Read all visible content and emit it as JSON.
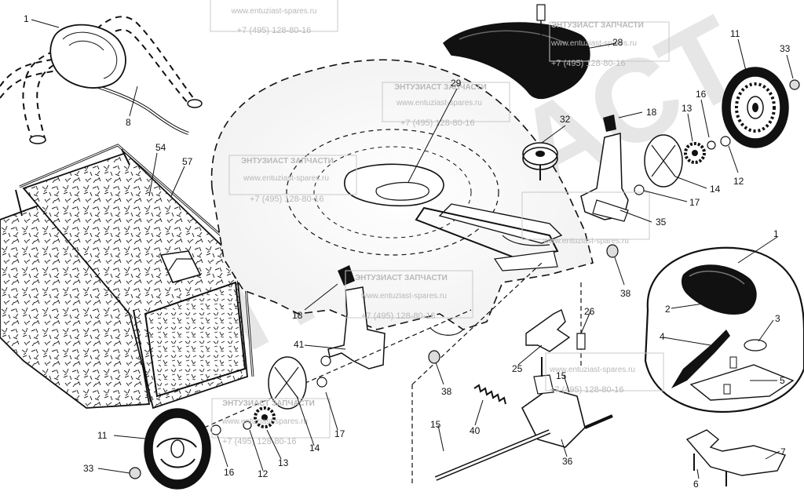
{
  "watermark": {
    "title": "ЭНТУЗИАСТ ЗАПЧАСТИ",
    "url": "www.entuziast-spares.ru",
    "phone": "+7 (495) 128-80-16",
    "big_logo": "ЭНТУЗИАСТ"
  },
  "callouts": [
    {
      "id": "c1a",
      "label": "1"
    },
    {
      "id": "c8",
      "label": "8"
    },
    {
      "id": "c54",
      "label": "54"
    },
    {
      "id": "c57",
      "label": "57"
    },
    {
      "id": "c29",
      "label": "29"
    },
    {
      "id": "c28",
      "label": "28"
    },
    {
      "id": "c11a",
      "label": "11"
    },
    {
      "id": "c33a",
      "label": "33"
    },
    {
      "id": "c16a",
      "label": "16"
    },
    {
      "id": "c13a",
      "label": "13"
    },
    {
      "id": "c18a",
      "label": "18"
    },
    {
      "id": "c32",
      "label": "32"
    },
    {
      "id": "c12a",
      "label": "12"
    },
    {
      "id": "c14a",
      "label": "14"
    },
    {
      "id": "c17a",
      "label": "17"
    },
    {
      "id": "c35",
      "label": "35"
    },
    {
      "id": "c38a",
      "label": "38"
    },
    {
      "id": "c1b",
      "label": "1"
    },
    {
      "id": "c2",
      "label": "2"
    },
    {
      "id": "c3",
      "label": "3"
    },
    {
      "id": "c4",
      "label": "4"
    },
    {
      "id": "c5",
      "label": "5"
    },
    {
      "id": "c18b",
      "label": "18"
    },
    {
      "id": "c41",
      "label": "41"
    },
    {
      "id": "c26",
      "label": "26"
    },
    {
      "id": "c25",
      "label": "25"
    },
    {
      "id": "c15a",
      "label": "15"
    },
    {
      "id": "c38b",
      "label": "38"
    },
    {
      "id": "c40",
      "label": "40"
    },
    {
      "id": "c15b",
      "label": "15"
    },
    {
      "id": "c36",
      "label": "36"
    },
    {
      "id": "c17b",
      "label": "17"
    },
    {
      "id": "c14b",
      "label": "14"
    },
    {
      "id": "c11b",
      "label": "11"
    },
    {
      "id": "c33b",
      "label": "33"
    },
    {
      "id": "c16b",
      "label": "16"
    },
    {
      "id": "c12b",
      "label": "12"
    },
    {
      "id": "c13b",
      "label": "13"
    },
    {
      "id": "c7",
      "label": "7"
    },
    {
      "id": "c6",
      "label": "6"
    }
  ]
}
